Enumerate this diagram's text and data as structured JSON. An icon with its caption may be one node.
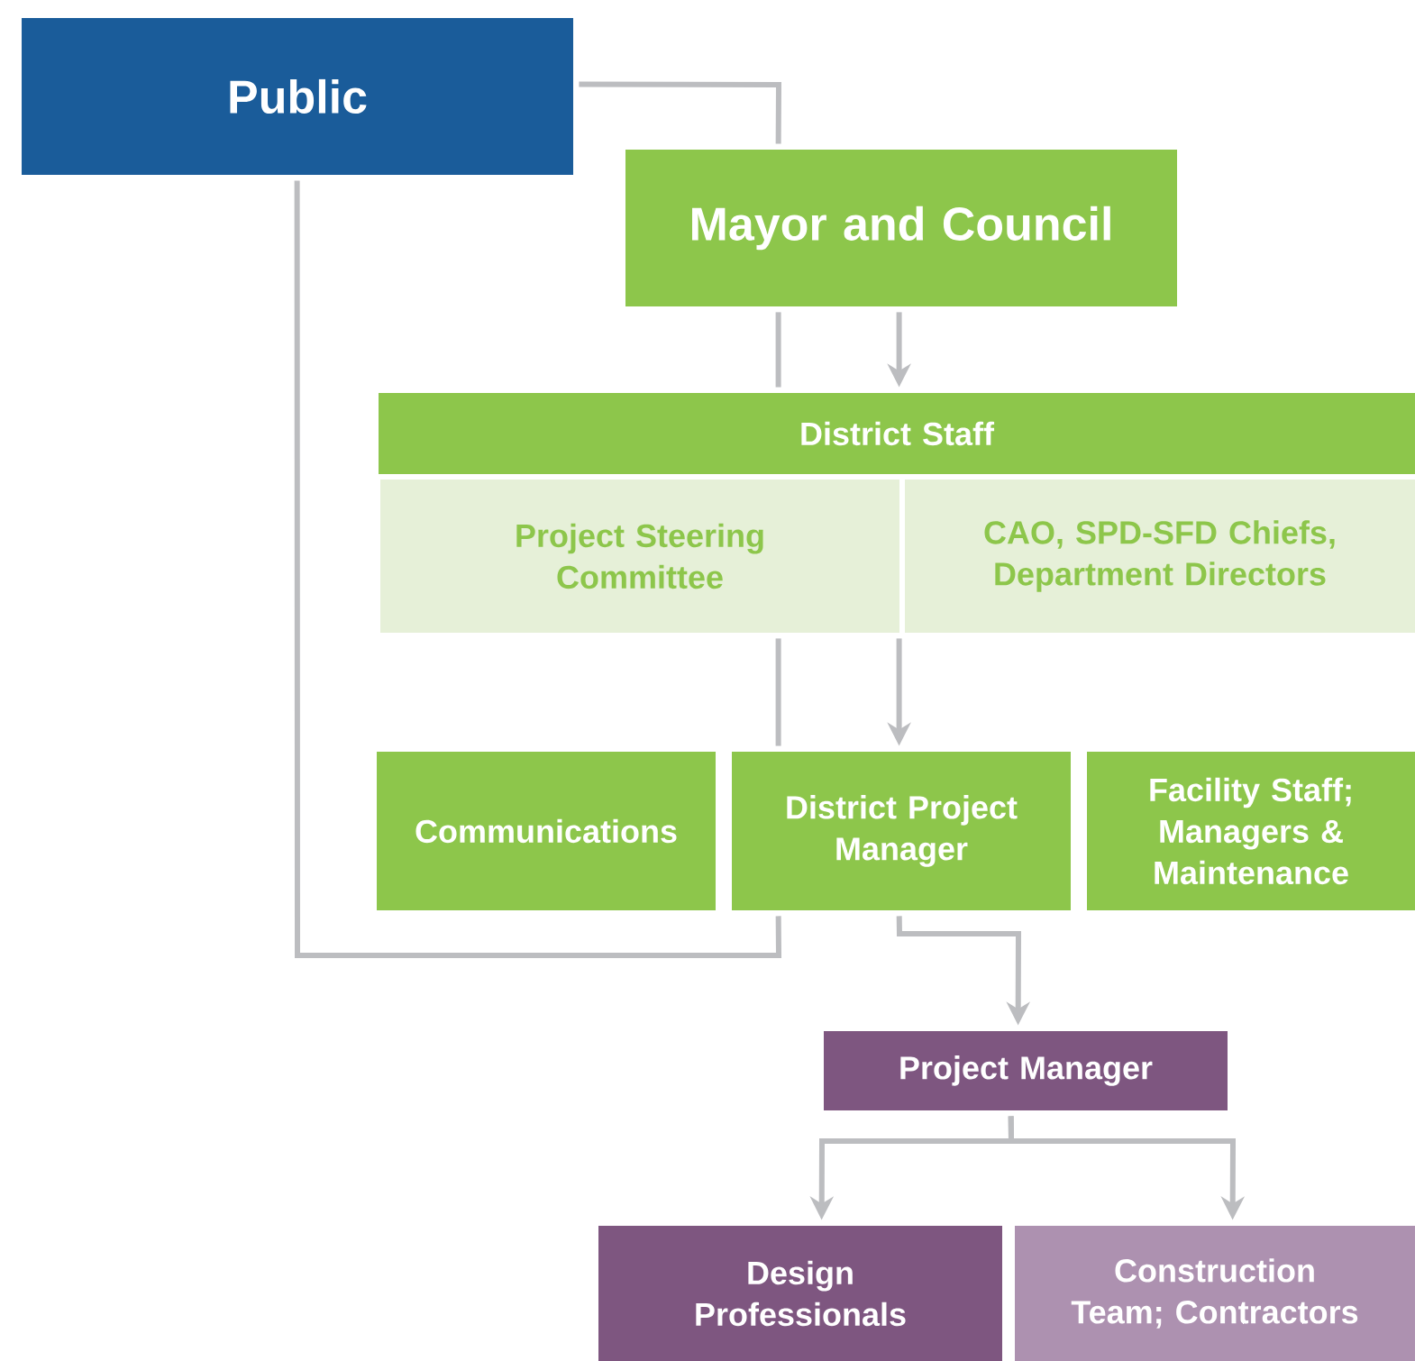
{
  "diagram": {
    "nodes": [
      {
        "text": [
          "Public"
        ]
      },
      {
        "text": [
          "Mayor and Council"
        ]
      },
      {
        "text": [
          "District Staff"
        ]
      },
      {
        "text": [
          "Project Steering Committee"
        ]
      },
      {
        "text": [
          "CAO, SPD-SFD Chiefs, Department Directors"
        ]
      },
      {
        "text": [
          "Communications"
        ]
      },
      {
        "text": [
          "District Project Manager"
        ]
      },
      {
        "text": [
          "Facility Staff; Managers & Maintenance"
        ]
      },
      {
        "text": [
          "Project Manager"
        ]
      },
      {
        "text": [
          "Design Professionals"
        ]
      },
      {
        "text": [
          "Construction Team; Contractors"
        ]
      }
    ],
    "edges": [
      {
        "from": 0,
        "to": 1,
        "arrow": "none"
      },
      {
        "from": 1,
        "to": 2,
        "arrow": "to"
      },
      {
        "from": 1,
        "to": 2,
        "arrow": "none"
      },
      {
        "from": 3,
        "to": 6,
        "arrow": "none"
      },
      {
        "from": 4,
        "to": 6,
        "arrow": "to"
      },
      {
        "from": 6,
        "to": 0,
        "arrow": "none"
      },
      {
        "from": 6,
        "to": 8,
        "arrow": "to"
      },
      {
        "from": 8,
        "to": 9,
        "arrow": "to"
      },
      {
        "from": 8,
        "to": 10,
        "arrow": "to"
      }
    ]
  }
}
